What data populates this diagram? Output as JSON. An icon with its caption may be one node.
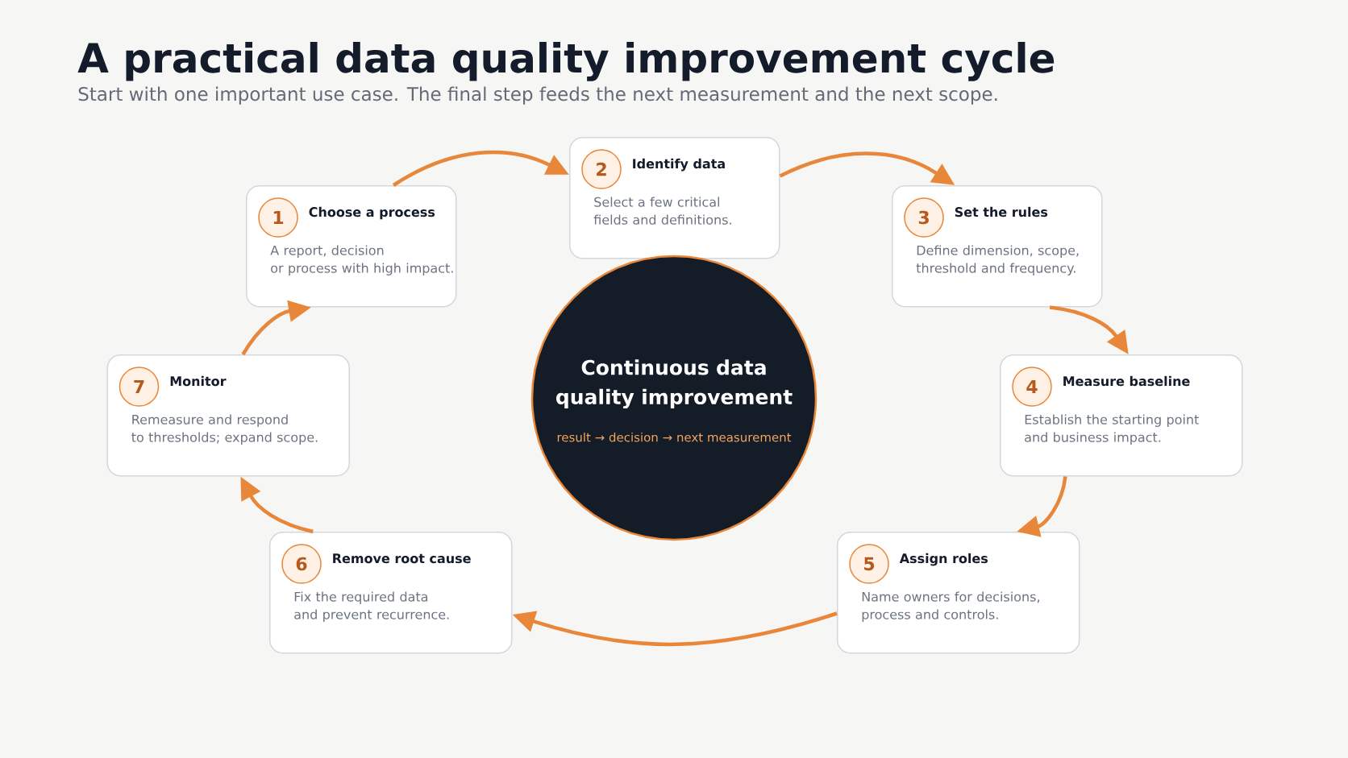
{
  "diagram": {
    "title": "A practical data quality improvement cycle",
    "nodes": [
      {
        "text": [
          "Choose a process",
          "A report, decision or process with high impact."
        ]
      },
      {
        "text": [
          "1"
        ],
        "in": 0
      },
      {
        "text": [
          "Identify data",
          "Select a few critical fields and definitions."
        ]
      },
      {
        "text": [
          "2"
        ],
        "in": 2
      },
      {
        "text": [
          "Set the rules",
          "Define dimension, scope, threshold and frequency."
        ]
      },
      {
        "text": [
          "3"
        ],
        "in": 4
      },
      {
        "text": [
          "Measure baseline",
          "Establish the starting point and business impact."
        ]
      },
      {
        "text": [
          "4"
        ],
        "in": 6
      },
      {
        "text": [
          "Assign roles",
          "Name owners for decisions, process and controls."
        ]
      },
      {
        "text": [
          "5"
        ],
        "in": 8
      },
      {
        "text": [
          "Remove root cause",
          "Fix the required data and prevent recurrence."
        ]
      },
      {
        "text": [
          "6"
        ],
        "in": 10
      },
      {
        "text": [
          "Monitor",
          "Remeasure and respond to thresholds; expand scope."
        ]
      },
      {
        "text": [
          "7"
        ],
        "in": 12
      },
      {
        "text": [
          "Continuous data quality improvement",
          "result → decision → next measurement"
        ]
      }
    ],
    "edges": [
      {
        "from": 0,
        "to": 2,
        "arrow": "to"
      },
      {
        "from": 2,
        "to": 4,
        "arrow": "to"
      },
      {
        "from": 4,
        "to": 6,
        "arrow": "to"
      },
      {
        "from": 6,
        "to": 8,
        "arrow": "to"
      },
      {
        "from": 8,
        "to": 10,
        "arrow": "to"
      },
      {
        "from": 10,
        "to": 12,
        "arrow": "to"
      },
      {
        "from": 12,
        "to": 0,
        "arrow": "to"
      }
    ],
    "labels": [
      "Start with one important use case. The final step feeds the next measurement and the next scope."
    ]
  }
}
